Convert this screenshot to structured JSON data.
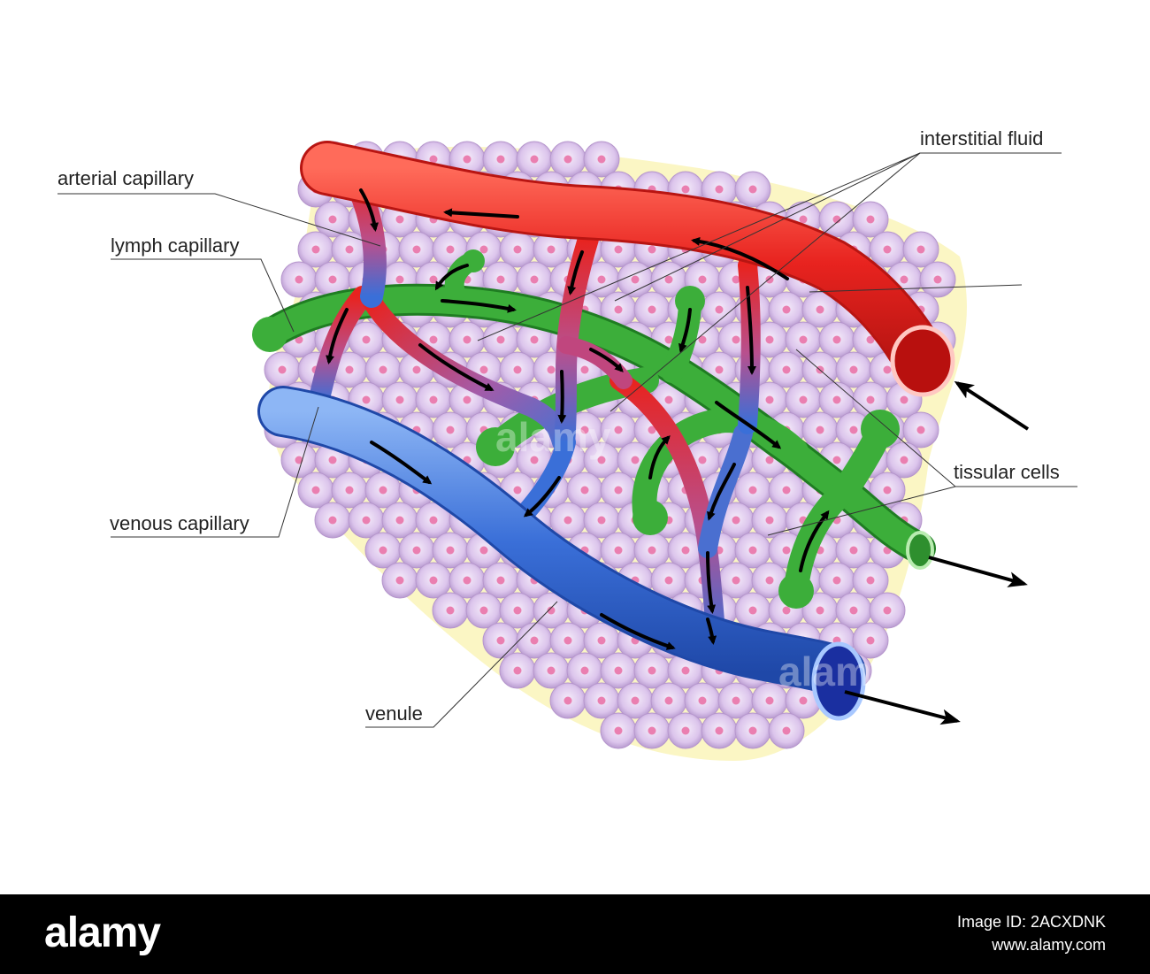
{
  "labels": {
    "arterial_capillary": "arterial capillary",
    "lymph_capillary": "lymph capillary",
    "venous_capillary": "venous capillary",
    "venule": "venule",
    "interstitial_fluid": "interstitial fluid",
    "tissular_cells": "tissular cells"
  },
  "watermark": "alamy",
  "footer": {
    "brand": "alamy",
    "image_id": "Image ID: 2ACXDNK",
    "url": "www.alamy.com"
  },
  "colors": {
    "arteriole": "#e8231f",
    "venule": "#3a6fd8",
    "lymph": "#3cae3a",
    "cell": "#ddc6ec",
    "cell_nucleus": "#ea7fb0",
    "fluid": "#fbf6c4"
  }
}
